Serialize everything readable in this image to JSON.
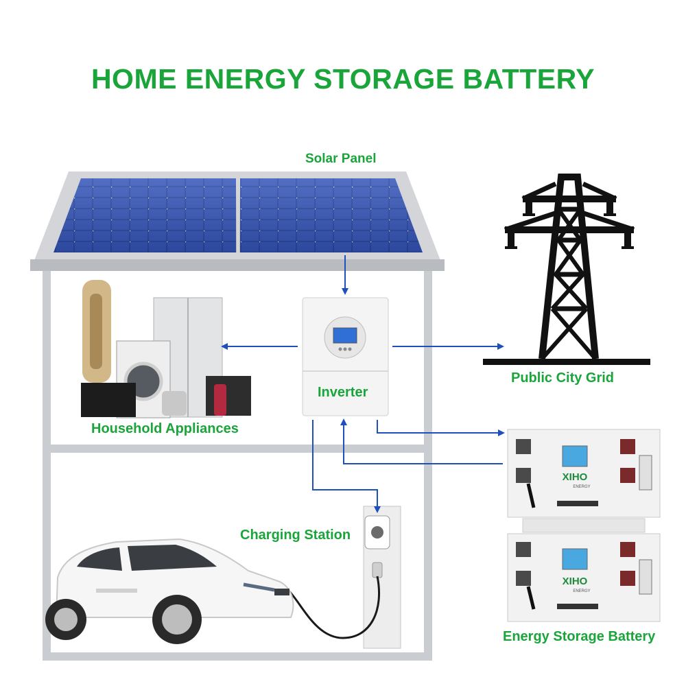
{
  "title": "HOME ENERGY STORAGE BATTERY",
  "labels": {
    "solar_panel": "Solar Panel",
    "inverter": "Inverter",
    "grid": "Public City Grid",
    "appliances": "Household Appliances",
    "charging_station": "Charging Station",
    "battery": "Energy Storage Battery"
  },
  "battery_brand": "XIHO",
  "battery_sub": "ENERGY",
  "colors": {
    "label_green": "#1aa53a",
    "arrow_blue": "#1f4fb8",
    "panel_blue": "#2b4aa8",
    "house_gray": "#c9ccd0",
    "tower_black": "#111111"
  }
}
